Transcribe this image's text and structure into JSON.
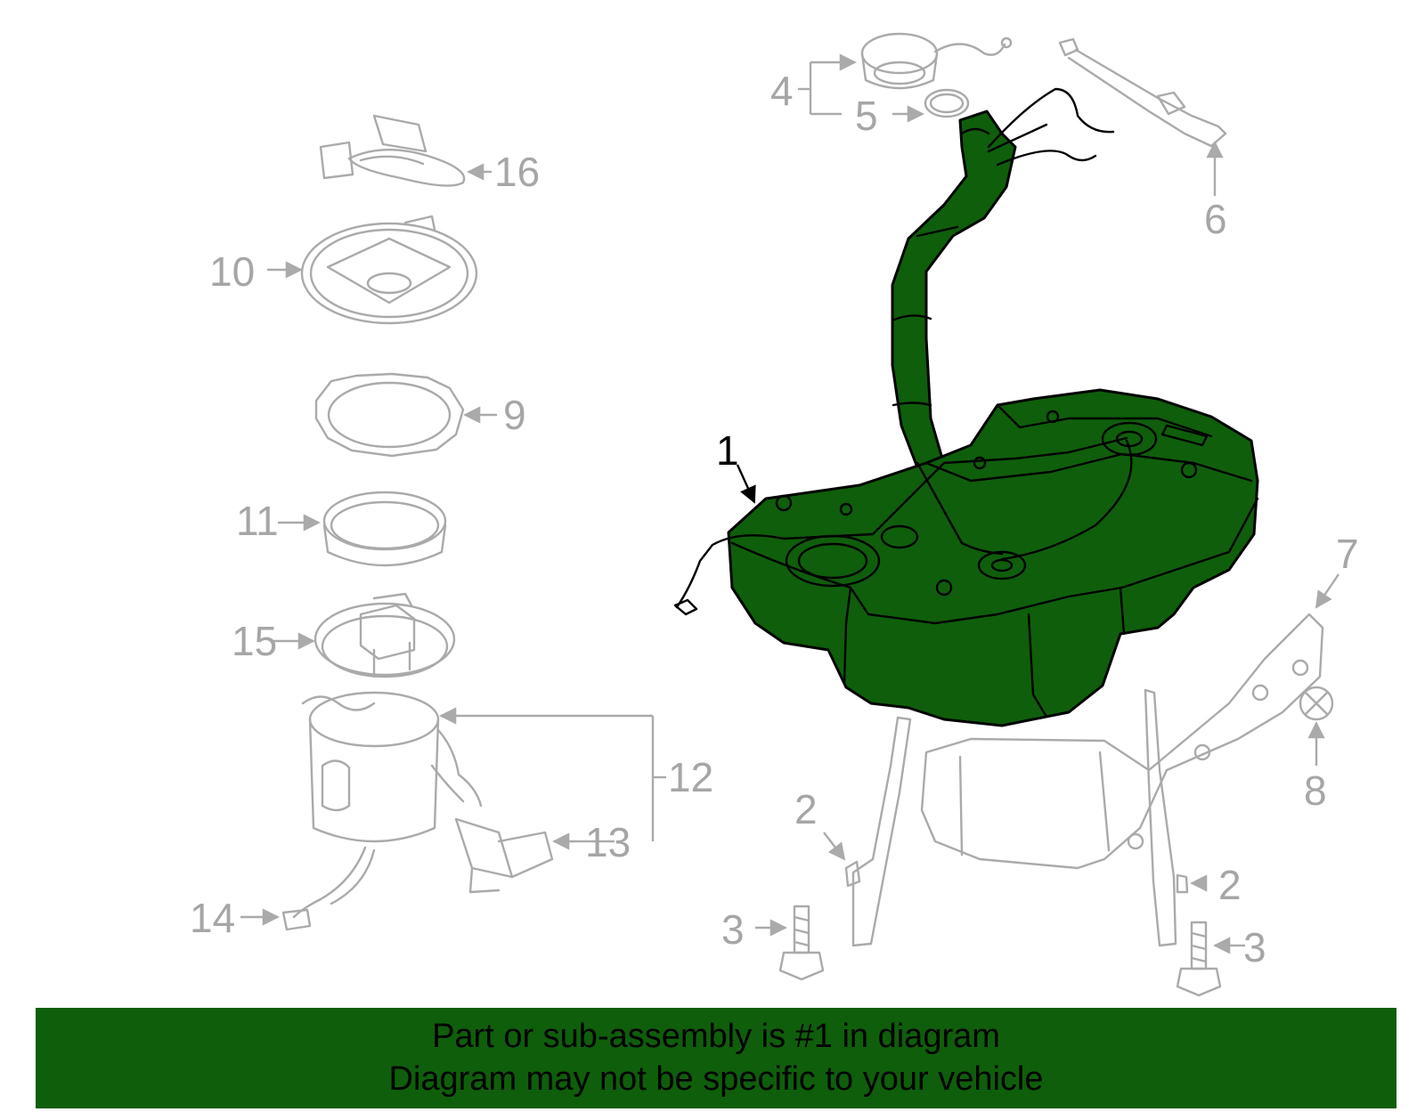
{
  "diagram": {
    "callouts": {
      "c1": "1",
      "c2a": "2",
      "c2b": "2",
      "c3a": "3",
      "c3b": "3",
      "c4": "4",
      "c5": "5",
      "c6": "6",
      "c7": "7",
      "c8": "8",
      "c9": "9",
      "c10": "10",
      "c11": "11",
      "c12": "12",
      "c13": "13",
      "c14": "14",
      "c15": "15",
      "c16": "16"
    },
    "highlight_color": "#0f5e0b",
    "highlighted_part": "1"
  },
  "banner": {
    "line1": "Part or sub-assembly is #1 in diagram",
    "line2": "Diagram may not be specific to your vehicle"
  }
}
